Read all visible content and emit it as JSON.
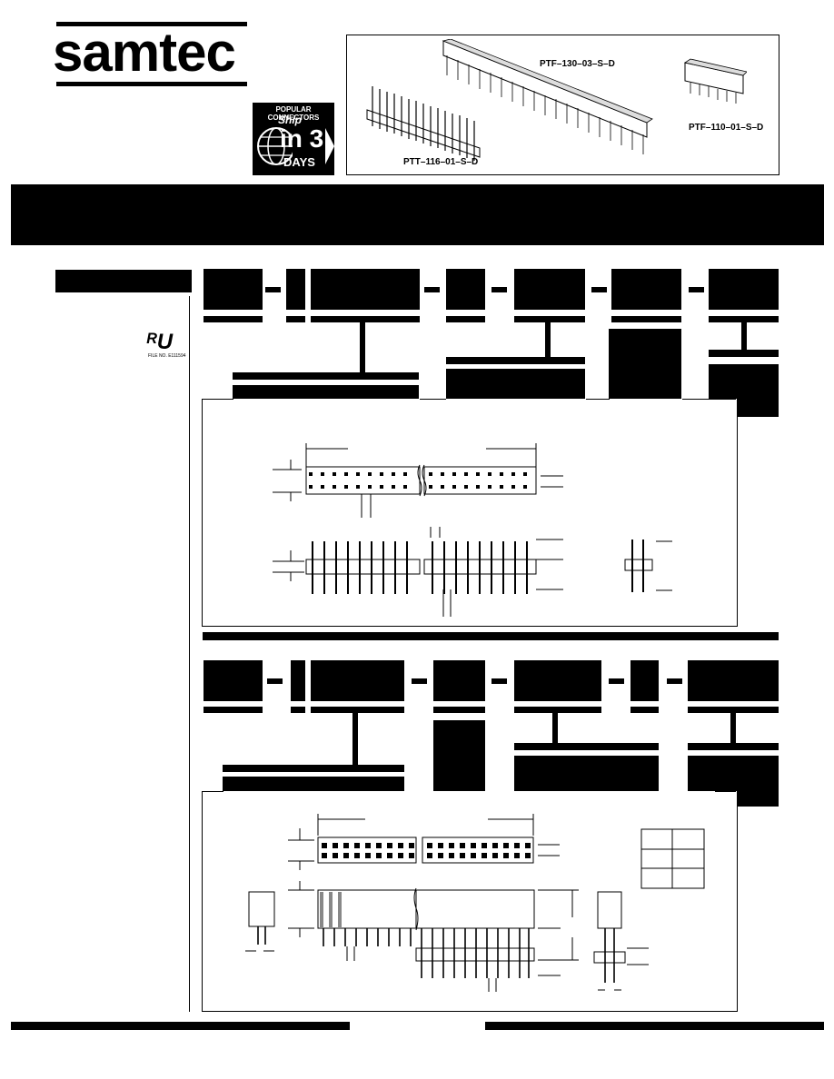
{
  "header": {
    "logo_text": "samtec",
    "badge": {
      "line1": "POPULAR CONNECTORS",
      "line2": "Ship",
      "line3": "in 3",
      "line4": "DAYS"
    }
  },
  "products": {
    "ptf_130": "PTF–130–03–S–D",
    "ptt_116": "PTT–116–01–S–D",
    "ptf_110": "PTF–110–01–S–D"
  },
  "certification": {
    "ul_mark": "ᴿU",
    "file_no": "FILE NO. E111594"
  },
  "colors": {
    "ink": "#000000",
    "paper": "#ffffff"
  }
}
